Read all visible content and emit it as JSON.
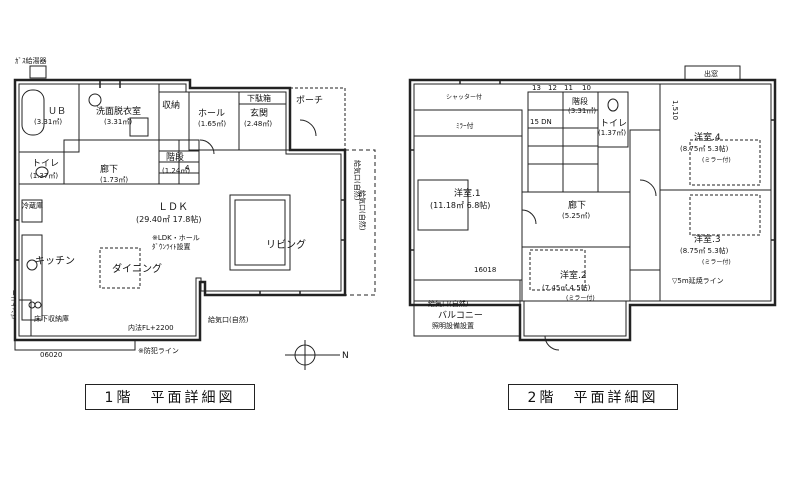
{
  "floor1": {
    "caption": "1階　平面詳細図",
    "gas_heater": "ｶﾞｽ給湯器",
    "bath": "ＵＢ",
    "bath_area": "(3.31㎡)",
    "washroom": "洗面脱衣室",
    "washroom_area": "(3.31㎡)",
    "storage": "収納",
    "hall": "ホール",
    "hall_area": "(1.65㎡)",
    "shoebox": "下駄箱",
    "entrance": "玄関",
    "entrance_area": "(2.48㎡)",
    "porch": "ポーチ",
    "toilet": "トイレ",
    "toilet_area": "(1.37㎡)",
    "corridor": "廊下",
    "corridor_area": "(1.73㎡)",
    "stairs": "階段",
    "stairs_area": "(1.24㎡)",
    "fridge": "冷蔵庫",
    "ldk": "ＬＤＫ",
    "ldk_area": "(29.40㎡ 17.8帖)",
    "ldk_note1": "※LDK・ホール",
    "ldk_note2": "ﾀﾞｳﾝﾗｲﾄ設置",
    "kitchen": "キッチン",
    "dining": "ダイニング",
    "living": "リビング",
    "pantry": "床下収納庫",
    "pantry_side": "パントリー",
    "ceiling_note": "内法FL+2200",
    "code": "06020",
    "crime_note": "※防犯ライン",
    "vent1": "給気口(自然)",
    "vent2": "給気口(自然)",
    "vent_side": "給気口(自然)",
    "stair_count": "4"
  },
  "floor2": {
    "caption": "2階　平面詳細図",
    "shutter": "シャッター付",
    "stairs": "階段",
    "stairs_area": "(3.31㎡)",
    "toilet": "トイレ",
    "toilet_area": "(1.37㎡)",
    "room1": "洋室.1",
    "room1_area": "(11.18㎡ 6.8帖)",
    "room2": "洋室.2",
    "room2_area": "(7.45㎡ 4.5帖)",
    "room3": "洋室.3",
    "room3_area": "(8.75㎡ 5.3帖)",
    "room4": "洋室.4",
    "room4_area": "(8.75㎡ 5.3帖)",
    "corridor": "廊下",
    "corridor_area": "(5.25㎡)",
    "closet_code": "16018",
    "balcony_vent": "給気口(自然)",
    "balcony": "バルコニー",
    "balcony_light": "照明設備設置",
    "mirror1": "(ミラー付)",
    "mirror2": "(ミラー付)",
    "mirror3": "(ミラー付)",
    "dim": "1,510",
    "mirror_line": "ﾐﾗｰ付",
    "up_label": "15 DN",
    "stair_nums": [
      "13",
      "12",
      "11",
      "10"
    ],
    "crime_line": "▽5m延焼ライン",
    "top_label": "出窓"
  },
  "compass": {
    "north": "N"
  }
}
